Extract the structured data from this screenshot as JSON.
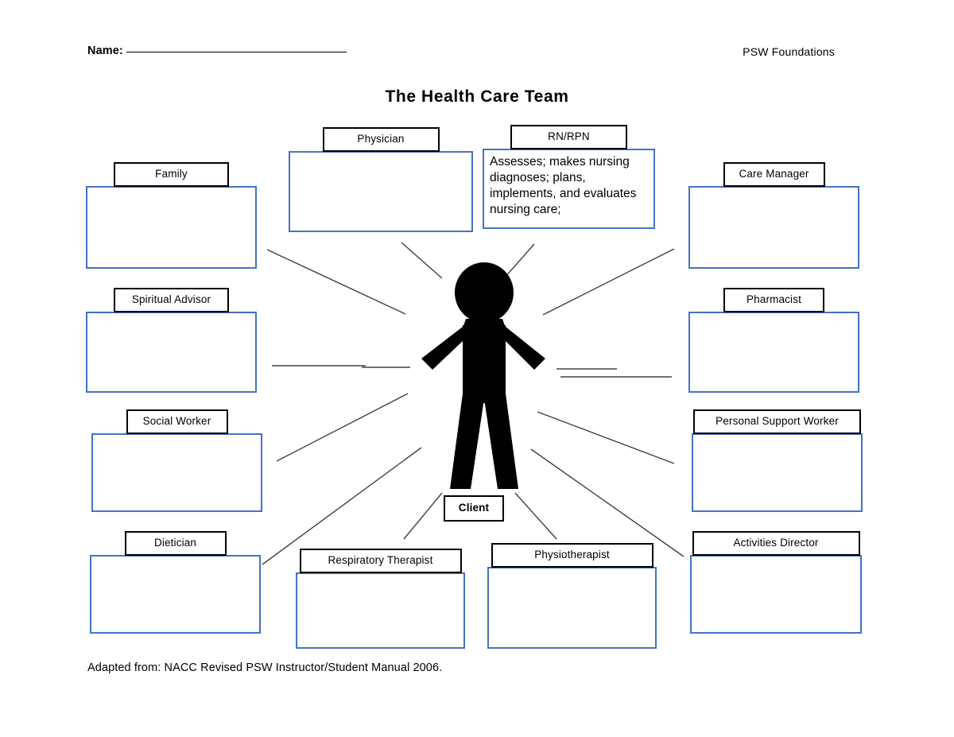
{
  "header": {
    "name_label": "Name:",
    "course": "PSW Foundations",
    "title": "The Health Care Team"
  },
  "footer": {
    "source": "Adapted from: NACC Revised PSW Instructor/Student Manual 2006."
  },
  "center": {
    "figure_name": "stick-figure-client",
    "client_label": "Client"
  },
  "colors": {
    "box_border": "#4472C4",
    "label_border": "#000000",
    "line": "#404040",
    "figure": "#000000",
    "background": "#FFFFFF"
  },
  "nodes": [
    {
      "id": "physician",
      "label": "Physician",
      "content": ""
    },
    {
      "id": "rn-rpn",
      "label": "RN/RPN",
      "content": "Assesses; makes nursing diagnoses; plans, implements, and evaluates nursing care;"
    },
    {
      "id": "family",
      "label": "Family",
      "content": ""
    },
    {
      "id": "care-manager",
      "label": "Care Manager",
      "content": ""
    },
    {
      "id": "spiritual-advisor",
      "label": "Spiritual Advisor",
      "content": ""
    },
    {
      "id": "pharmacist",
      "label": "Pharmacist",
      "content": ""
    },
    {
      "id": "social-worker",
      "label": "Social Worker",
      "content": ""
    },
    {
      "id": "personal-support-worker",
      "label": "Personal Support Worker",
      "content": ""
    },
    {
      "id": "dietician",
      "label": "Dietician",
      "content": ""
    },
    {
      "id": "respiratory-therapist",
      "label": "Respiratory Therapist",
      "content": ""
    },
    {
      "id": "physiotherapist",
      "label": "Physiotherapist",
      "content": ""
    },
    {
      "id": "activities-director",
      "label": "Activities Director",
      "content": ""
    }
  ]
}
